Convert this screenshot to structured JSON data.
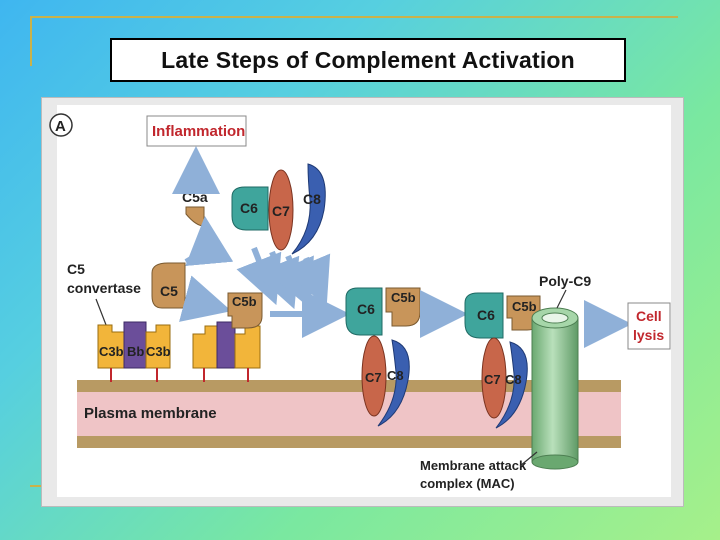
{
  "slide": {
    "title": "Late Steps of Complement Activation"
  },
  "figure": {
    "panel_letter": "A",
    "inflammation": "Inflammation",
    "c5a": "C5a",
    "c5_convertase_line1": "C5",
    "c5_convertase_line2": "convertase",
    "c5": "C5",
    "c5b": "C5b",
    "c6": "C6",
    "c7": "C7",
    "c8": "C8",
    "c3b": "C3b",
    "bb": "Bb",
    "poly_c9": "Poly-C9",
    "cell_lysis_line1": "Cell",
    "cell_lysis_line2": "lysis",
    "plasma_membrane": "Plasma membrane",
    "mac_line1": "Membrane attack",
    "mac_line2": "complex (MAC)"
  },
  "colors": {
    "tan": "#c8955a",
    "c7": "#c8664a",
    "c8": "#3a5fb0",
    "c6": "#3fa59c",
    "bb": "#6b4e9a",
    "c3b": "#f2b53a",
    "membrane_brown": "#b89a63",
    "membrane_pink": "#efc4c6",
    "arrow": "#8fb0d8",
    "mac": "#8fc493",
    "cell_lysis_text": "#c1272d"
  }
}
